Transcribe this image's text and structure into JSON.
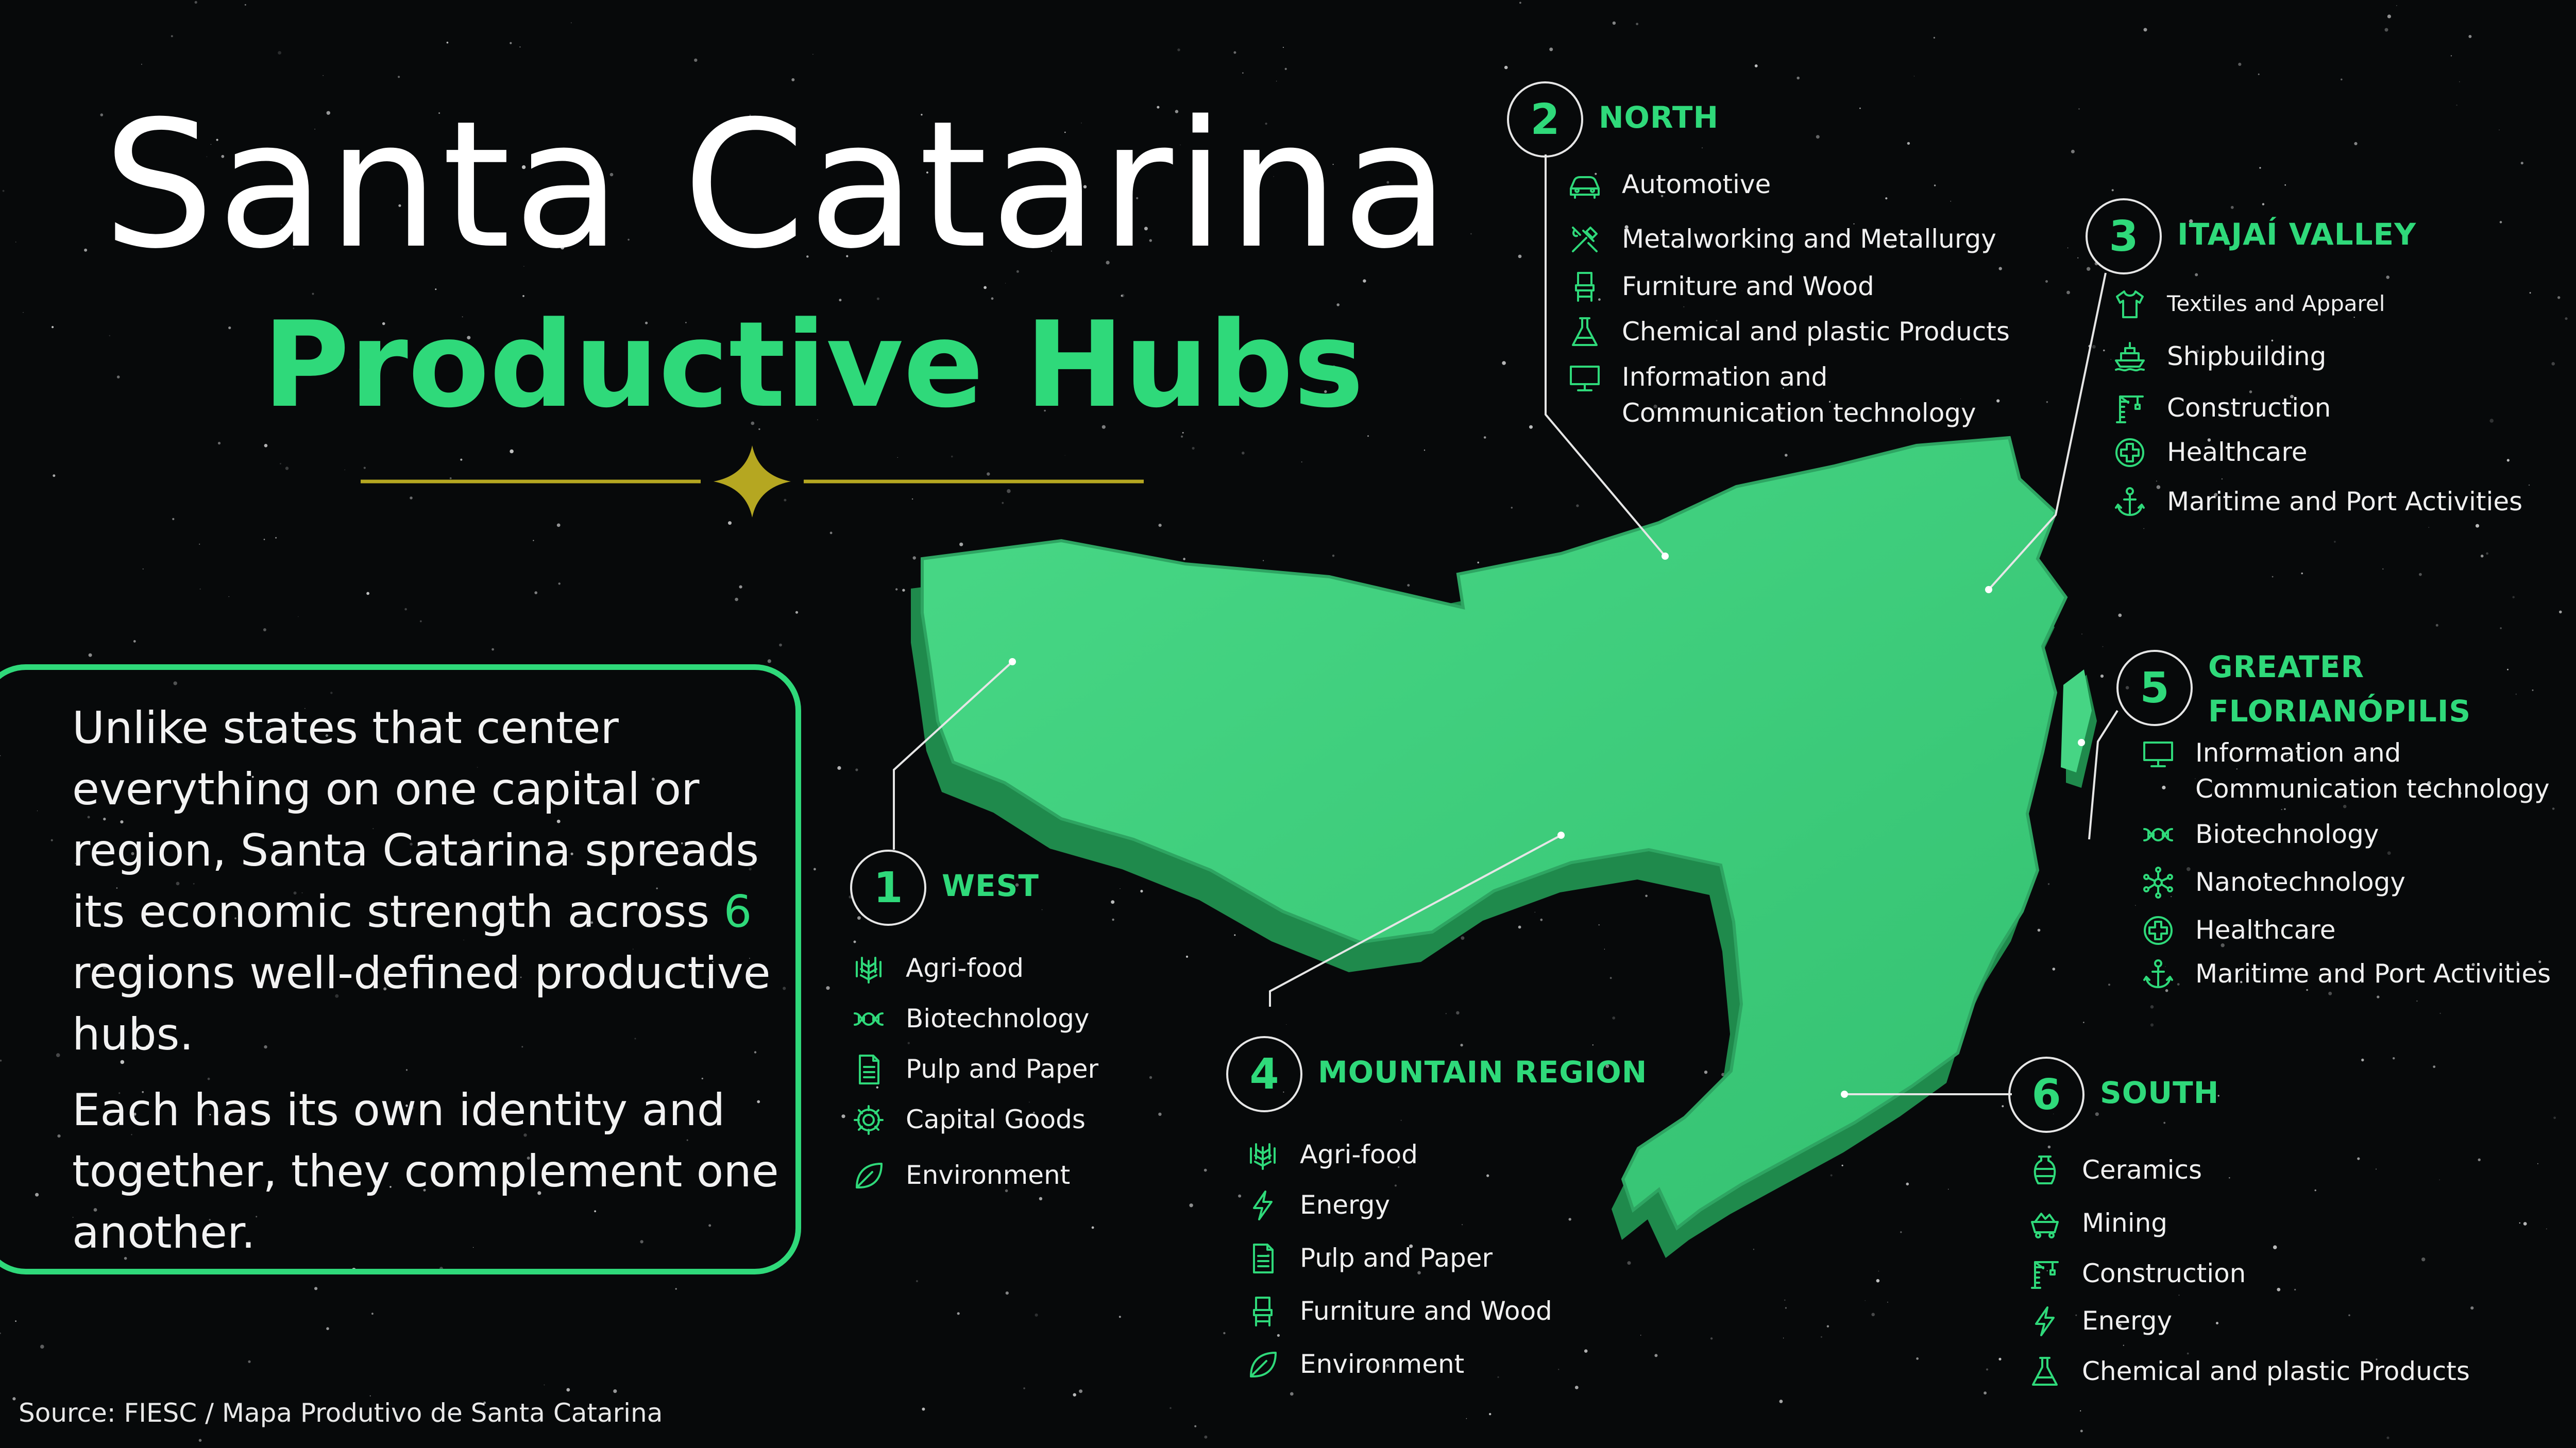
{
  "title": "Santa Catarina",
  "subtitle": "Productive Hubs",
  "intro": {
    "p1_before": "Unlike states that center everything on one capital or region, Santa Catarina spreads its economic strength across ",
    "p1_number": "6",
    "p1_after": " regions well-defined productive hubs.",
    "p2": "Each has its own identity and together, they complement one another."
  },
  "source": "Source: FIESC / Mapa Produtivo de Santa Catarina",
  "colors": {
    "accent": "#2fd97a",
    "map_fill": "#3ecf7c",
    "divider": "#b5a721",
    "background": "#07090a"
  },
  "regions": [
    {
      "number": "1",
      "name": "WEST",
      "items": [
        {
          "label": "Agri-food",
          "icon": "wheat-icon"
        },
        {
          "label": "Biotechnology",
          "icon": "dna-icon"
        },
        {
          "label": "Pulp and Paper",
          "icon": "document-icon"
        },
        {
          "label": "Capital Goods",
          "icon": "gear-icon"
        },
        {
          "label": "Environment",
          "icon": "leaf-icon"
        }
      ]
    },
    {
      "number": "2",
      "name": "NORTH",
      "items": [
        {
          "label": "Automotive",
          "icon": "car-icon"
        },
        {
          "label": "Metalworking and Metallurgy",
          "icon": "tools-icon"
        },
        {
          "label": "Furniture and Wood",
          "icon": "chair-icon"
        },
        {
          "label": "Chemical and plastic Products",
          "icon": "flask-icon"
        },
        {
          "label": "Information and Communication technology",
          "icon": "monitor-icon"
        }
      ]
    },
    {
      "number": "3",
      "name": "ITAJAÍ VALLEY",
      "items": [
        {
          "label": "Textiles and Apparel",
          "icon": "shirt-icon"
        },
        {
          "label": "Shipbuilding",
          "icon": "ship-icon"
        },
        {
          "label": "Construction",
          "icon": "crane-icon"
        },
        {
          "label": "Healthcare",
          "icon": "health-cross-icon"
        },
        {
          "label": "Maritime and Port Activities",
          "icon": "anchor-icon"
        }
      ]
    },
    {
      "number": "4",
      "name": "MOUNTAIN REGION",
      "items": [
        {
          "label": "Agri-food",
          "icon": "wheat-icon"
        },
        {
          "label": "Energy",
          "icon": "lightning-icon"
        },
        {
          "label": "Pulp and Paper",
          "icon": "document-icon"
        },
        {
          "label": "Furniture and Wood",
          "icon": "chair-icon"
        },
        {
          "label": "Environment",
          "icon": "leaf-icon"
        }
      ]
    },
    {
      "number": "5",
      "name": "GREATER FLORIANÓPILIS",
      "items": [
        {
          "label": "Information and Communication technology",
          "icon": "monitor-icon"
        },
        {
          "label": "Biotechnology",
          "icon": "dna-icon"
        },
        {
          "label": "Nanotechnology",
          "icon": "nano-icon"
        },
        {
          "label": "Healthcare",
          "icon": "health-cross-icon"
        },
        {
          "label": "Maritime and Port Activities",
          "icon": "anchor-icon"
        }
      ]
    },
    {
      "number": "6",
      "name": "SOUTH",
      "items": [
        {
          "label": "Ceramics",
          "icon": "vase-icon"
        },
        {
          "label": "Mining",
          "icon": "mining-cart-icon"
        },
        {
          "label": "Construction",
          "icon": "crane-icon"
        },
        {
          "label": "Energy",
          "icon": "lightning-icon"
        },
        {
          "label": "Chemical and plastic Products",
          "icon": "flask-icon"
        }
      ]
    }
  ]
}
